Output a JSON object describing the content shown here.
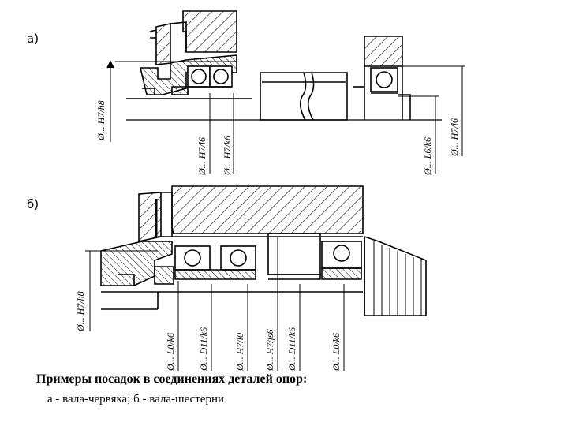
{
  "labels": {
    "variant_a": "а)",
    "variant_b": "б)"
  },
  "fits_a": {
    "left_housing": "Ø... H7/h8",
    "bearing_inner_1": "Ø... H7/l6",
    "bearing_inner_2": "Ø... H7/k6",
    "right_shaft": "Ø... L6/k6",
    "right_housing": "Ø... H7/l6"
  },
  "fits_b": {
    "left_housing": "Ø... H7/h8",
    "f1": "Ø... L0/k6",
    "f2": "Ø... D11/k6",
    "f3": "Ø... H7/l0",
    "f4": "Ø... H7/js6",
    "f5": "Ø... D11/k6",
    "f6": "Ø... L0/k6"
  },
  "caption": {
    "title": "Примеры посадок в соединениях деталей опор:",
    "subtitle": "а - вала-червяка; б - вала-шестерни"
  }
}
